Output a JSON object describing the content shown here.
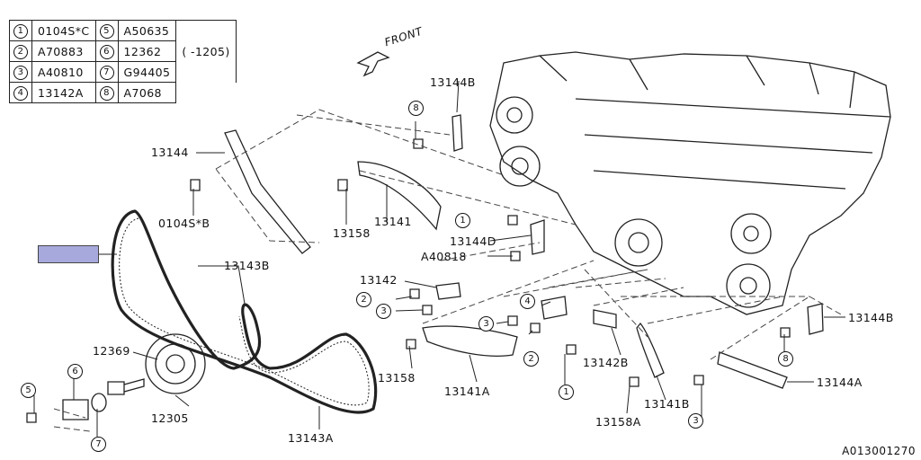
{
  "legend": {
    "rows": [
      {
        "n1": "1",
        "v1": "0104S*C",
        "n2": "5",
        "v2": "A50635"
      },
      {
        "n1": "2",
        "v1": "A70883",
        "n2": "6",
        "v2": "12362"
      },
      {
        "n1": "3",
        "v1": "A40810",
        "n2": "7",
        "v2": "G94405"
      },
      {
        "n1": "4",
        "v1": "13142A",
        "n2": "8",
        "v2": "A7068"
      }
    ],
    "range": "( -1205)"
  },
  "front_label": "FRONT",
  "diagram_ref": "A013001270",
  "labels": {
    "l13144": "13144",
    "l0104sb": "0104S*B",
    "l13158a": "13158",
    "l13141": "13141",
    "l13144b_top": "13144B",
    "l13144d": "13144D",
    "la40818": "A40818",
    "l13142": "13142",
    "l13143b": "13143B",
    "l12369": "12369",
    "l12305": "12305",
    "l13143a": "13143A",
    "l13158b": "13158",
    "l13141a": "13141A",
    "l13142b": "13142B",
    "l13141b": "13141B",
    "l13158a2": "13158A",
    "l13144a": "13144A",
    "l13144b_right": "13144B"
  },
  "callouts": {
    "c8a": "8",
    "c1a": "1",
    "c2a": "2",
    "c3a": "3",
    "c4": "4",
    "c3b": "3",
    "c2b": "2",
    "c1b": "1",
    "c6": "6",
    "c5": "5",
    "c7": "7",
    "c3c": "3",
    "c8b": "8"
  }
}
